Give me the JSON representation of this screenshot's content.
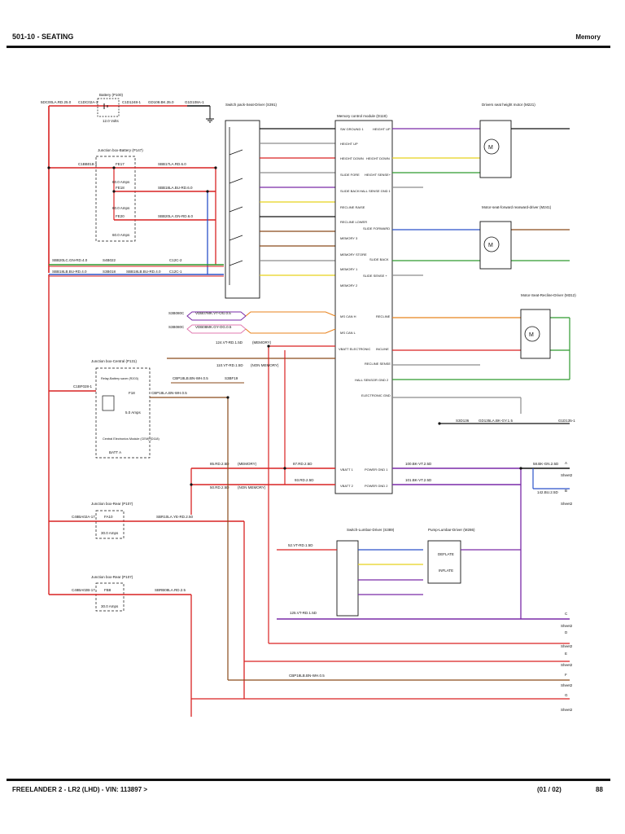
{
  "header": {
    "title": "501-10 - SEATING",
    "section": "Memory"
  },
  "footer": {
    "vehicle": "FREELANDER 2 - LR2 (LHD) - VIN: 113897 >",
    "sheet": "(01 / 02)",
    "page": "88"
  },
  "components": {
    "battery": "Battery (P100)",
    "battery_volts": "12.0 Volts",
    "jb_battery": "Junction box-Battery (P147)",
    "jb_central": "Junction box-Central (P131)",
    "jb_rear1": "Junction box-Rear (P107)",
    "jb_rear2": "Junction box-Rear (P107)",
    "switch_pack": "Switch pack-Seat-Driver (S391)",
    "memory_module": "Memory control module (D119)",
    "height_motor": "Drivers seat height motor (M221)",
    "fwd_motor": "Motor-seat-forward rearward-driver (M241)",
    "recline_motor": "Motor-Seat-Recline-Driver (M312)",
    "lumbar_switch": "Switch-Lumbar-Driver (S389)",
    "lumbar_pump": "Pump-Lumbar-Driver (M286)",
    "relay": "Relay-Battery saver (R203)",
    "cem": "Central Electronics Module (CEM) (D118)",
    "batt_a": "BATT A"
  },
  "fuses": {
    "fe17": "FE17",
    "fe17_amps": "60.0 Amps",
    "fe18": "FE18",
    "fe18_amps": "60.0 Amps",
    "fe20": "FE20",
    "fe20_amps": "60.0 Amps",
    "f18": "F18",
    "f18_amps": "5.0 Amps",
    "fa10": "FA10",
    "fa10_amps": "30.0 Amps",
    "fb8": "FB8",
    "fb8_amps": "30.0 Amps"
  },
  "module_pins": [
    "SW GROUND 1",
    "HEIGHT UP",
    "HEIGHT UP",
    "HEIGHT DOWN",
    "HEIGHT DOWN",
    "SLIDE FORE",
    "HEIGHT SENSE+",
    "SLIDE BACK",
    "HALL SENSE GND 1",
    "RECLINE RAISE",
    "RECLINE LOWER",
    "SLIDE FORWARD",
    "MEMORY 3",
    "MEMORY STORE",
    "SLIDE BACK",
    "MEMORY 1",
    "SLIDE SENSE +",
    "MEMORY 2",
    "MS CAN H",
    "RECLINE",
    "MS CAN L",
    "VBATT ELECTRONIC",
    "INCLINE",
    "RECLINE SENSE",
    "HALL SENSOR GND 2",
    "ELECTRONIC GND",
    "VBATT 1",
    "POWER GND 1",
    "VBATT 2",
    "POWER GND 2"
  ],
  "wire_labels": {
    "w1": "5DC00LA.RD.25.0",
    "w2": "C1DC02A-1",
    "w3": "C1D1248-1",
    "w4": "GD108.BK.35.0",
    "w5": "G1D108A-1",
    "w6": "C1BB018-1",
    "w7": "SBB17LA.RD.6.0",
    "w8": "SBB18LA.BU-RD.6.0",
    "w9": "SBB20LA.GN-RD.6.0",
    "w10": "SBB20LC.GN-RD.4.0",
    "w11": "S4B022",
    "w12": "SBB18LB.BU-RD.4.0",
    "w13": "S3B018",
    "w14": "SBB18LB.BU-RD.4.0",
    "w15": "C12C-2",
    "w16": "C12C-1",
    "w17": "S3B080C",
    "w18": "VDB07MK.VT-OG.0.5",
    "w19": "S3B080C",
    "w20": "VDB08MK.GY-OG.0.5",
    "w21": "124.VT-RD.1.5D",
    "w22": "110.VT-RD.1.5D",
    "w23": "(NON MEMORY)",
    "w24": "(MEMORY)",
    "w25": "CBP18LB.BN-WH.0.5",
    "w26": "S3BF19",
    "w27": "CBP18LA.BN-WH.0.5",
    "w28": "C1BF028-1",
    "w29": "85.RD.2.5D",
    "w30": "(MEMORY)",
    "w31": "50.RD.2.5D",
    "w32": "(NON MEMORY)",
    "w33": "C48BA02A-17",
    "w34": "SBR10LA.YE-RD.2.50",
    "w35": "C48BA02B-17",
    "w36": "SBRB08LA.RD.2.5",
    "w37": "52.VT-RD.1.5D",
    "w38": "125.VT-RD.1.5D",
    "w39": "CBP18LB.BN-WH.0.5",
    "w40": "58.BK-GN.2.5D",
    "w41": "142.BU.2.5D",
    "w42": "GD135LA.BK-GY.1.5",
    "w43": "S3D136",
    "w44": "G1D135-1",
    "w45": "100.BK-VT.2.5D",
    "w46": "101.BK-VT.2.5D",
    "w47": "87.RD.2.5D",
    "w48": "93.RD.2.5D"
  },
  "sheet_refs": [
    {
      "letter": "A",
      "text": "Sheet2"
    },
    {
      "letter": "B",
      "text": "Sheet2"
    },
    {
      "letter": "C",
      "text": "Sheet2"
    },
    {
      "letter": "D",
      "text": "Sheet2"
    },
    {
      "letter": "E",
      "text": "Sheet2"
    },
    {
      "letter": "F",
      "text": "Sheet2"
    },
    {
      "letter": "G",
      "text": "Sheet2"
    }
  ],
  "lumbar": {
    "deflate": "DEFLATE",
    "inflate": "INFLATE"
  },
  "colors": {
    "red": "#d92222",
    "blue": "#2b52c9",
    "purple": "#7a2aa8",
    "yellow": "#e8d21c",
    "green": "#2f9a2f",
    "brown": "#8a4a1a",
    "orange": "#e8831e",
    "grey": "#8c8c8c",
    "black": "#111111",
    "pink": "#e07ab0"
  }
}
